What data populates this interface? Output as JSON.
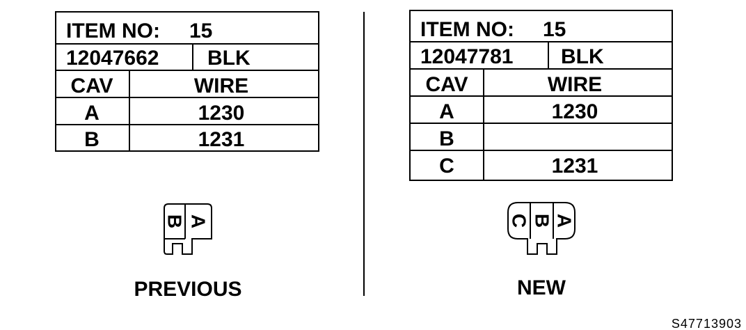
{
  "panels": [
    {
      "title": "PREVIOUS",
      "item_no_label": "ITEM NO:",
      "item_no": "15",
      "part_number": "12047662",
      "color": "BLK",
      "columns": [
        "CAV",
        "WIRE"
      ],
      "rows": [
        {
          "cav": "A",
          "wire": "1230"
        },
        {
          "cav": "B",
          "wire": "1231"
        }
      ],
      "connector_cavities": [
        "B",
        "A"
      ]
    },
    {
      "title": "NEW",
      "item_no_label": "ITEM NO:",
      "item_no": "15",
      "part_number": "12047781",
      "color": "BLK",
      "columns": [
        "CAV",
        "WIRE"
      ],
      "rows": [
        {
          "cav": "A",
          "wire": "1230"
        },
        {
          "cav": "B",
          "wire": ""
        },
        {
          "cav": "C",
          "wire": "1231"
        }
      ],
      "connector_cavities": [
        "C",
        "B",
        "A"
      ]
    }
  ],
  "figure_code": "S47713903",
  "colors": {
    "ink": "#000000",
    "background": "#ffffff"
  }
}
